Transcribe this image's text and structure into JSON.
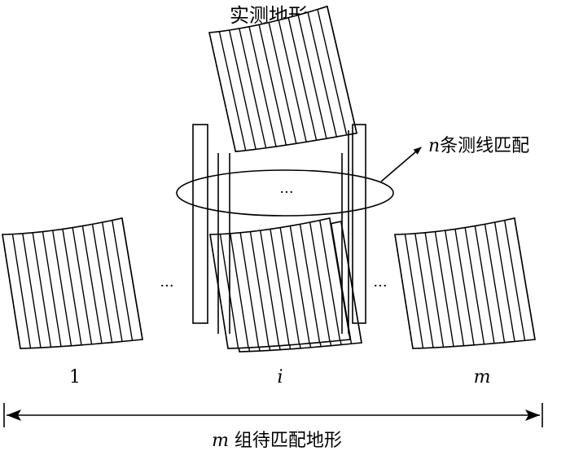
{
  "title": "实测地形",
  "match_label": {
    "var": "n",
    "text": "条测线匹配"
  },
  "ellipsis": "···",
  "patch_labels": {
    "first": "1",
    "middle": "i",
    "last": "m"
  },
  "bottom_label": {
    "var": "m",
    "text": " 组待匹配地形"
  },
  "colors": {
    "stroke": "#000000",
    "background": "#ffffff"
  }
}
